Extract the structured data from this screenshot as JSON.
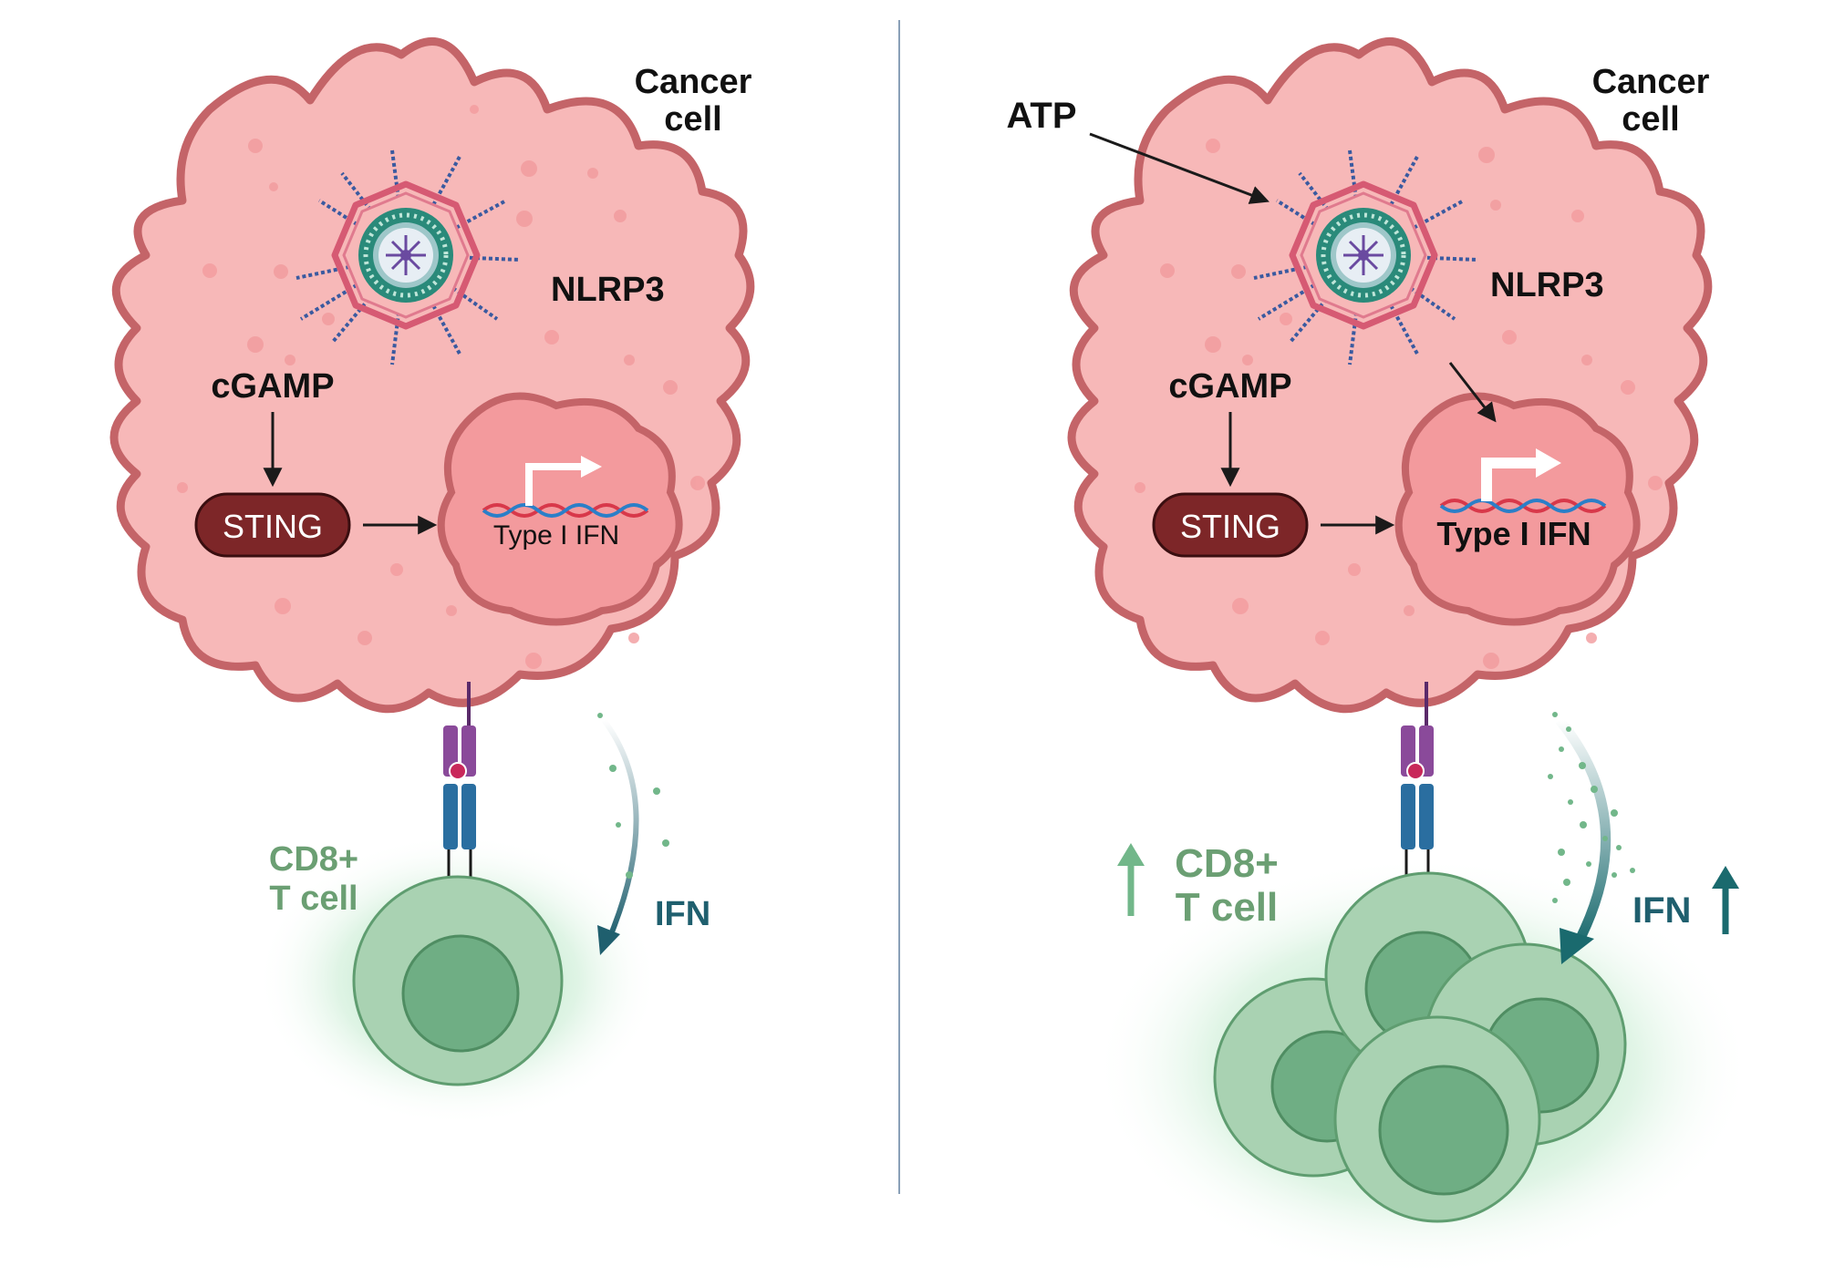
{
  "colors": {
    "cell_fill": "#f7b8b8",
    "cell_stroke": "#c46468",
    "nucleus_fill": "#f39a9d",
    "sting_fill": "#7d2628",
    "tcell_green": "#6fae84",
    "tcell_light": "#a9d2b2",
    "label_green": "#6b9f73",
    "ifn_teal": "#1f5f6e",
    "arrow_green": "#72b78a",
    "divider": "#8aa0b8"
  },
  "left_panel": {
    "cell_label_line1": "Cancer",
    "cell_label_line2": "cell",
    "nlrp3_label": "NLRP3",
    "cgamp_label": "cGAMP",
    "sting_label": "STING",
    "type1ifn_label": "Type I IFN",
    "cd8_line1": "CD8+",
    "cd8_line2": "T cell",
    "ifn_label": "IFN"
  },
  "right_panel": {
    "atp_label": "ATP",
    "cell_label_line1": "Cancer",
    "cell_label_line2": "cell",
    "nlrp3_label": "NLRP3",
    "cgamp_label": "cGAMP",
    "sting_label": "STING",
    "type1ifn_label": "Type I IFN",
    "cd8_line1": "CD8+",
    "cd8_line2": "T cell",
    "ifn_label": "IFN",
    "cd8_change": "increase",
    "ifn_change": "increase"
  }
}
